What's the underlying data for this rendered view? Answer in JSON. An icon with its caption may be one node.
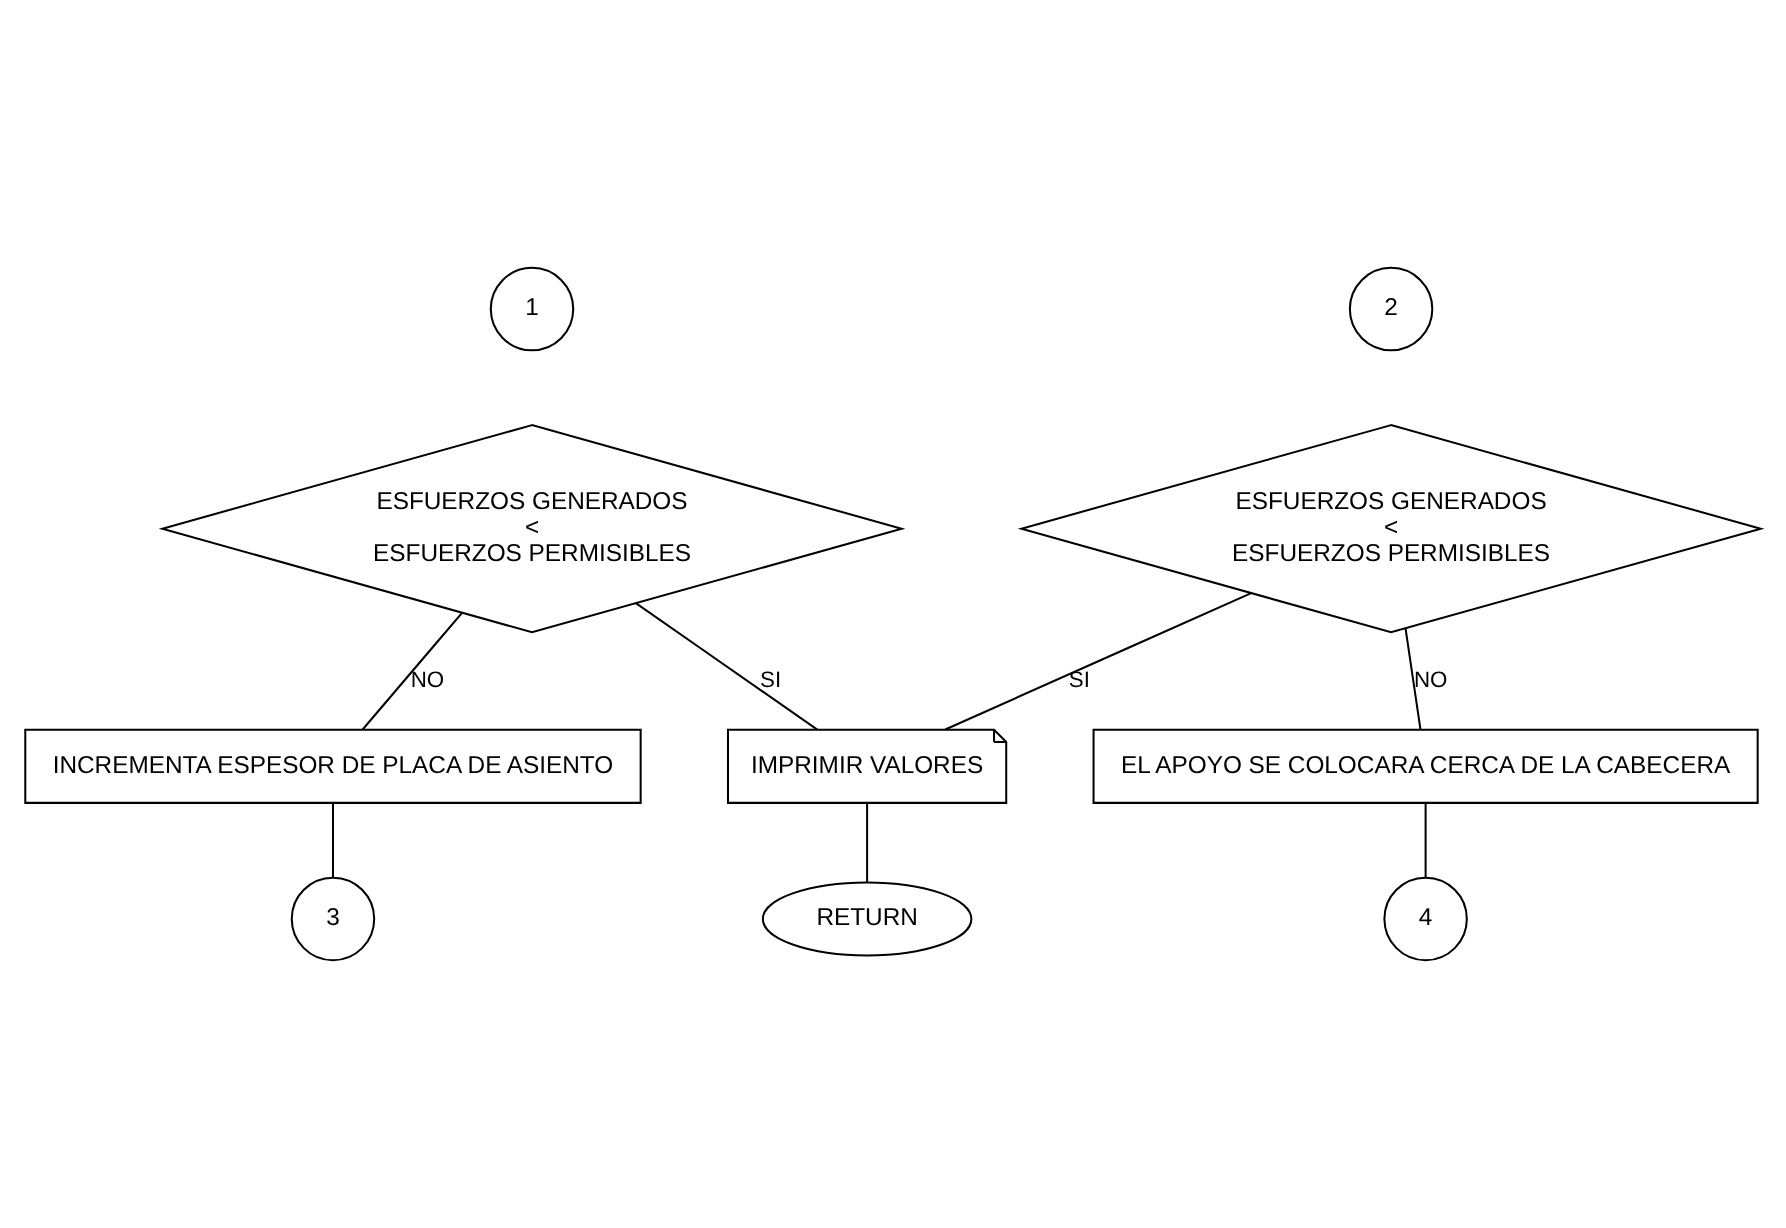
{
  "diagram": {
    "nodes": [
      {
        "text": [
          "1"
        ]
      },
      {
        "text": [
          "ESFUERZOS GENERADOS",
          "<",
          "ESFUERZOS PERMISIBLES"
        ]
      },
      {
        "text": [
          "2"
        ]
      },
      {
        "text": [
          "ESFUERZOS GENERADOS",
          "<",
          "ESFUERZOS PERMISIBLES"
        ]
      },
      {
        "text": [
          "3"
        ]
      },
      {
        "text": [
          "INCREMENTA ESPESOR DE PLACA DE ASIENTO"
        ]
      },
      {
        "text": [
          "EL APOYO SE COLOCARA CERCA DE LA CABECERA"
        ]
      },
      {
        "text": [
          "IMPRIMIR VALORES"
        ]
      },
      {
        "text": [
          "4"
        ]
      },
      {
        "text": [
          "RETURN"
        ]
      }
    ],
    "edges": [
      {
        "from": 1,
        "to": 5,
        "arrow": "none",
        "label": "NO"
      },
      {
        "from": 1,
        "to": 7,
        "arrow": "none",
        "label": "SI"
      },
      {
        "from": 5,
        "to": 4,
        "arrow": "none"
      },
      {
        "from": 3,
        "to": 7,
        "arrow": "none",
        "label": "SI"
      },
      {
        "from": 3,
        "to": 6,
        "arrow": "none",
        "label": "NO"
      },
      {
        "from": 6,
        "to": 8,
        "arrow": "none"
      },
      {
        "from": 7,
        "to": 9,
        "arrow": "none"
      }
    ]
  }
}
